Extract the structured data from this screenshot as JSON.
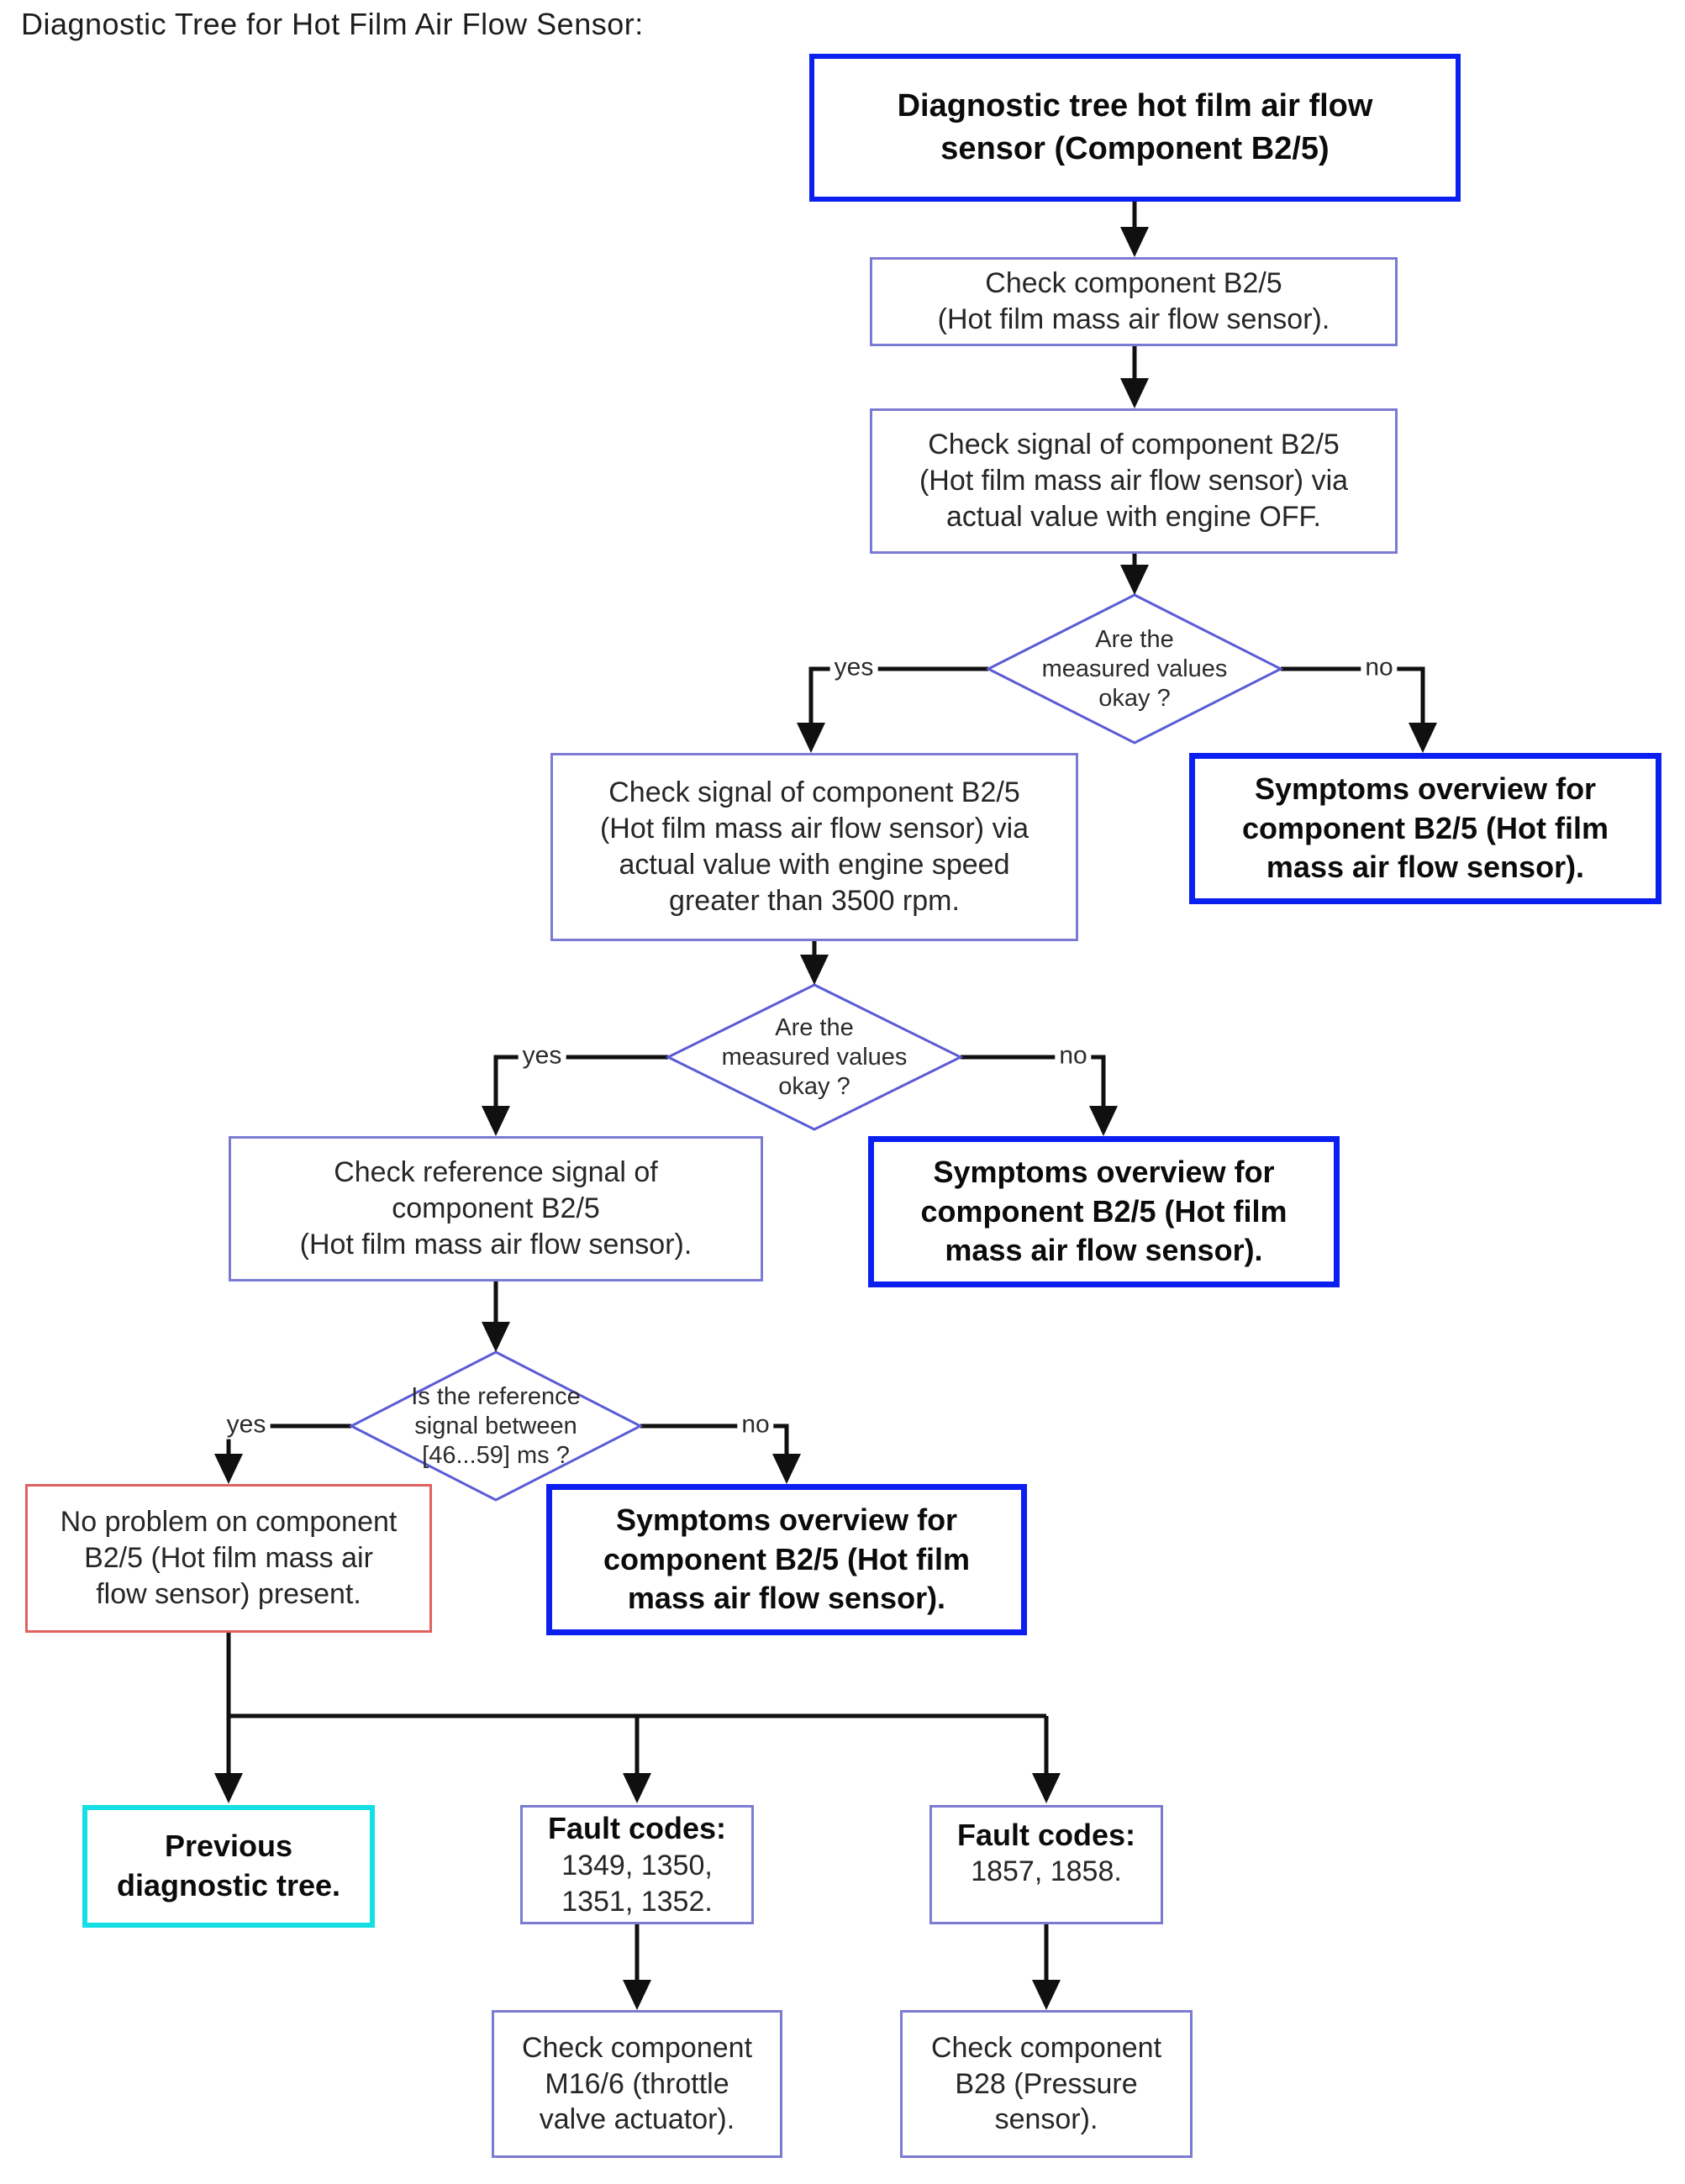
{
  "heading": "Diagnostic Tree for Hot Film Air Flow Sensor:",
  "labels": {
    "yes": "yes",
    "no": "no"
  },
  "colors": {
    "accent_blue": "#0a1ff0",
    "node_border": "#7b7bd4",
    "diamond_border": "#5b5bd6",
    "result_red": "#e0615f",
    "result_cyan": "#14dfe4",
    "line_black": "#101010",
    "ink": "#262626"
  },
  "nodes": {
    "start": {
      "lines": [
        "Diagnostic tree hot film air flow",
        "sensor (Component B2/5)"
      ]
    },
    "check_component": {
      "lines": [
        "Check component B2/5",
        "(Hot film mass air flow sensor)."
      ]
    },
    "check_signal_engine_off": {
      "lines": [
        "Check signal of component B2/5",
        "(Hot film mass air flow sensor) via",
        "actual value with engine OFF."
      ]
    },
    "decision_measured_values": {
      "lines": [
        "Are the",
        "measured values",
        "okay ?"
      ]
    },
    "check_signal_3500rpm": {
      "lines": [
        "Check signal of component B2/5",
        "(Hot film mass air flow sensor) via",
        "actual value with engine speed",
        "greater than 3500 rpm."
      ]
    },
    "symptoms_overview": {
      "lines": [
        "Symptoms overview for",
        "component B2/5 (Hot film",
        "mass air flow sensor)."
      ]
    },
    "check_reference_signal": {
      "lines": [
        "Check reference signal of",
        "component B2/5",
        "(Hot film mass air flow sensor)."
      ]
    },
    "decision_reference_signal": {
      "lines": [
        "Is the reference",
        "signal between",
        "[46...59] ms ?"
      ]
    },
    "no_problem": {
      "lines": [
        "No problem on component",
        "B2/5 (Hot film mass air",
        "flow sensor) present."
      ]
    },
    "previous_tree": {
      "lines": [
        "Previous",
        "diagnostic tree."
      ]
    },
    "fault_codes_1": {
      "header": "Fault codes:",
      "lines": [
        "1349, 1350,",
        "1351, 1352."
      ]
    },
    "fault_codes_2": {
      "header": "Fault codes:",
      "lines": [
        "1857, 1858."
      ]
    },
    "check_m16_6": {
      "lines": [
        "Check component",
        "M16/6 (throttle",
        "valve actuator)."
      ]
    },
    "check_b28": {
      "lines": [
        "Check component",
        "B28 (Pressure",
        "sensor)."
      ]
    }
  }
}
